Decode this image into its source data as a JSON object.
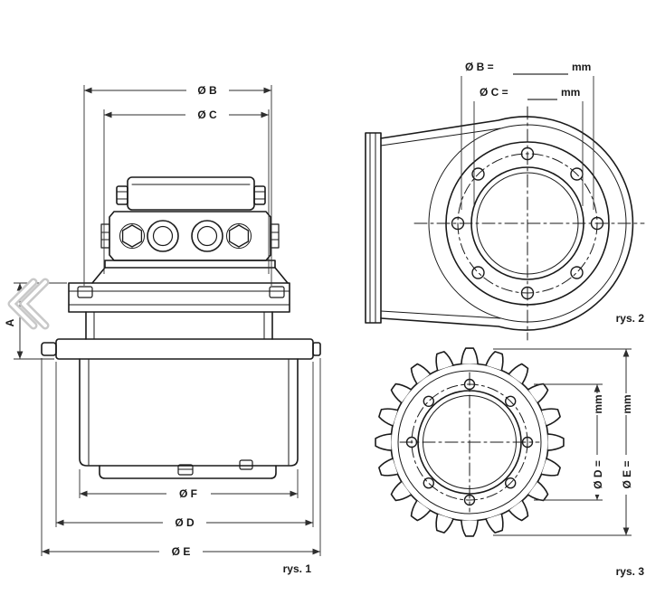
{
  "colors": {
    "outline": "#1a1a1a",
    "dimension": "#2e2e2e",
    "chevron": "#c8c8c8",
    "background": "#ffffff"
  },
  "fig1": {
    "caption": "rys. 1",
    "dims": {
      "b": "Ø B",
      "c": "Ø C",
      "a": "A",
      "f": "Ø F",
      "d": "Ø D",
      "e": "Ø E"
    }
  },
  "fig2": {
    "caption": "rys. 2",
    "dims": {
      "b_label": "Ø B =",
      "b_unit": "mm",
      "c_label": "Ø C =",
      "c_unit": "mm"
    }
  },
  "fig3": {
    "caption": "rys. 3",
    "dims": {
      "d_label": "Ø D =",
      "d_unit": "mm",
      "e_label": "Ø E =",
      "e_unit": "mm"
    }
  }
}
